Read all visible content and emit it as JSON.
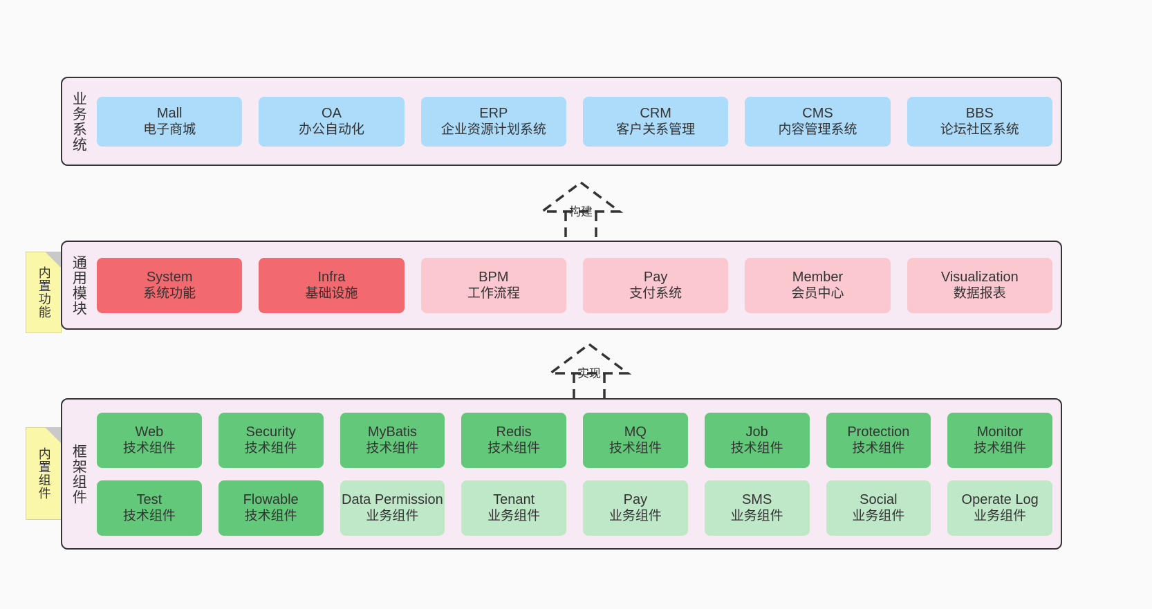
{
  "diagram": {
    "background": "#fafafa",
    "layer_fill": "#f8eaf4",
    "layer_stroke": "#333333",
    "note_fill": "#fbf7a8"
  },
  "layers": [
    {
      "id": "business",
      "title": "业务系统",
      "card_color": "#addcfb",
      "rows": [
        {
          "cards": [
            {
              "en": "Mall",
              "cn": "电子商城"
            },
            {
              "en": "OA",
              "cn": "办公自动化"
            },
            {
              "en": "ERP",
              "cn": "企业资源计划系统"
            },
            {
              "en": "CRM",
              "cn": "客户关系管理"
            },
            {
              "en": "CMS",
              "cn": "内容管理系统"
            },
            {
              "en": "BBS",
              "cn": "论坛社区系统"
            }
          ]
        }
      ]
    },
    {
      "id": "modules",
      "title": "通用模块",
      "colors": {
        "primary": "#f2696f",
        "secondary": "#fbc8cf"
      },
      "rows": [
        {
          "cards": [
            {
              "en": "System",
              "cn": "系统功能",
              "color": "#f2696f"
            },
            {
              "en": "Infra",
              "cn": "基础设施",
              "color": "#f2696f"
            },
            {
              "en": "BPM",
              "cn": "工作流程",
              "color": "#fbc8cf"
            },
            {
              "en": "Pay",
              "cn": "支付系统",
              "color": "#fbc8cf"
            },
            {
              "en": "Member",
              "cn": "会员中心",
              "color": "#fbc8cf"
            },
            {
              "en": "Visualization",
              "cn": "数据报表",
              "color": "#fbc8cf"
            }
          ]
        }
      ]
    },
    {
      "id": "framework",
      "title": "框架组件",
      "colors": {
        "primary": "#64c87b",
        "secondary": "#bfe8c8"
      },
      "rows": [
        {
          "cards": [
            {
              "en": "Web",
              "cn": "技术组件",
              "color": "#64c87b"
            },
            {
              "en": "Security",
              "cn": "技术组件",
              "color": "#64c87b"
            },
            {
              "en": "MyBatis",
              "cn": "技术组件",
              "color": "#64c87b"
            },
            {
              "en": "Redis",
              "cn": "技术组件",
              "color": "#64c87b"
            },
            {
              "en": "MQ",
              "cn": "技术组件",
              "color": "#64c87b"
            },
            {
              "en": "Job",
              "cn": "技术组件",
              "color": "#64c87b"
            },
            {
              "en": "Protection",
              "cn": "技术组件",
              "color": "#64c87b"
            },
            {
              "en": "Monitor",
              "cn": "技术组件",
              "color": "#64c87b"
            }
          ]
        },
        {
          "cards": [
            {
              "en": "Test",
              "cn": "技术组件",
              "color": "#64c87b"
            },
            {
              "en": "Flowable",
              "cn": "技术组件",
              "color": "#64c87b"
            },
            {
              "en": "Data Permission",
              "cn": "业务组件",
              "color": "#bfe8c8",
              "wrap": true
            },
            {
              "en": "Tenant",
              "cn": "业务组件",
              "color": "#bfe8c8"
            },
            {
              "en": "Pay",
              "cn": "业务组件",
              "color": "#bfe8c8"
            },
            {
              "en": "SMS",
              "cn": "业务组件",
              "color": "#bfe8c8"
            },
            {
              "en": "Social",
              "cn": "业务组件",
              "color": "#bfe8c8"
            },
            {
              "en": "Operate Log",
              "cn": "业务组件",
              "color": "#bfe8c8"
            }
          ]
        }
      ]
    }
  ],
  "notes": [
    {
      "id": "functions",
      "text": "内置功能"
    },
    {
      "id": "components",
      "text": "内置组件"
    }
  ],
  "arrows": [
    {
      "id": "build",
      "label": "构建"
    },
    {
      "id": "implement",
      "label": "实现"
    }
  ]
}
